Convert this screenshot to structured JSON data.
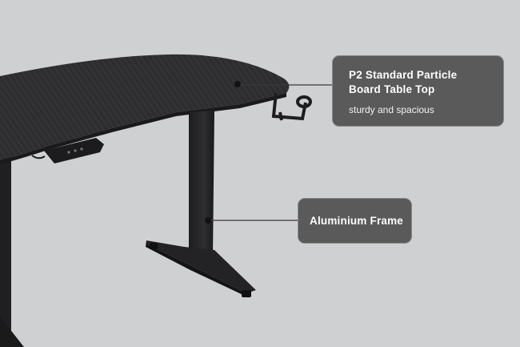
{
  "colors": {
    "background": "#cfd0d2",
    "callout_bg": "#5a5a5a",
    "callout_border": "#8a8a8a",
    "desk": "#2a2a2c",
    "frame": "#262628"
  },
  "callouts": {
    "table_top": {
      "title": "P2 Standard Particle\nBoard Table Top",
      "subtitle": "sturdy and spacious"
    },
    "frame": {
      "title": "Aluminium Frame"
    }
  }
}
